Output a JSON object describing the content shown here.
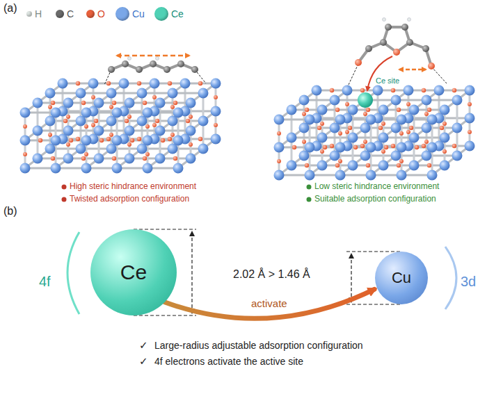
{
  "diagram": {
    "nodes": [
      {
        "text": [
          "Ce"
        ]
      },
      {
        "text": [
          "Cu"
        ]
      }
    ],
    "edges": [
      {
        "from": 0,
        "to": 1,
        "label": "activate",
        "arrow": "to"
      }
    ],
    "labels": [
      "(a)",
      "Ce site",
      "High steric hindrance environment",
      "Twisted adsorption configuration",
      "Low steric hindrance environment",
      "Suitable adsorption configuration",
      "(b)",
      "4f",
      "2.02 Å > 1.46 Å",
      "3d",
      "✓",
      "Large-radius adjustable adsorption configuration",
      "✓",
      "4f electrons activate the active site"
    ],
    "legend": [
      {
        "text": "H",
        "color": "#dfe6e3"
      },
      {
        "text": "C",
        "color": "#6b6b6b"
      },
      {
        "text": "O",
        "color": "#e8603c"
      },
      {
        "text": "Cu",
        "color": "#7aa7e8"
      },
      {
        "text": "Ce",
        "color": "#4fd1b5"
      }
    ]
  }
}
